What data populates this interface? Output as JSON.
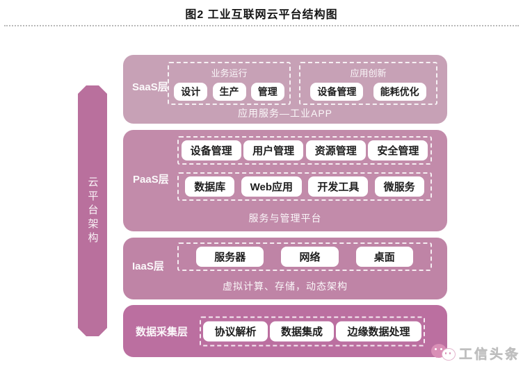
{
  "figure": {
    "title": "图2 工业互联网云平台结构图"
  },
  "sidebar": {
    "label": "云平台架构"
  },
  "colors": {
    "saas": "#c7a1b6",
    "paas": "#c28baa",
    "iaas": "#bf84a6",
    "data": "#bb6fa0",
    "sidebar": "#b9709d",
    "wicon": "#d98fb6"
  },
  "layers": [
    {
      "name": "SaaS层",
      "caption": "应用服务—工业APP",
      "groups": [
        {
          "title": "业务运行",
          "items": [
            "设计",
            "生产",
            "管理"
          ]
        },
        {
          "title": "应用创新",
          "items": [
            "设备管理",
            "能耗优化"
          ]
        }
      ]
    },
    {
      "name": "PaaS层",
      "caption": "服务与管理平台",
      "rows": [
        [
          "设备管理",
          "用户管理",
          "资源管理",
          "安全管理"
        ],
        [
          "数据库",
          "Web应用",
          "开发工具",
          "微服务"
        ]
      ]
    },
    {
      "name": "IaaS层",
      "caption": "虚拟计算、存储，动态架构",
      "rows": [
        [
          "服务器",
          "网络",
          "桌面"
        ]
      ]
    },
    {
      "name": "数据采集层",
      "rows": [
        [
          "协议解析",
          "数据集成",
          "边缘数据处理"
        ]
      ]
    }
  ],
  "watermark": {
    "label": "工信头条",
    "icon": "wechat-chat-bubbles"
  }
}
